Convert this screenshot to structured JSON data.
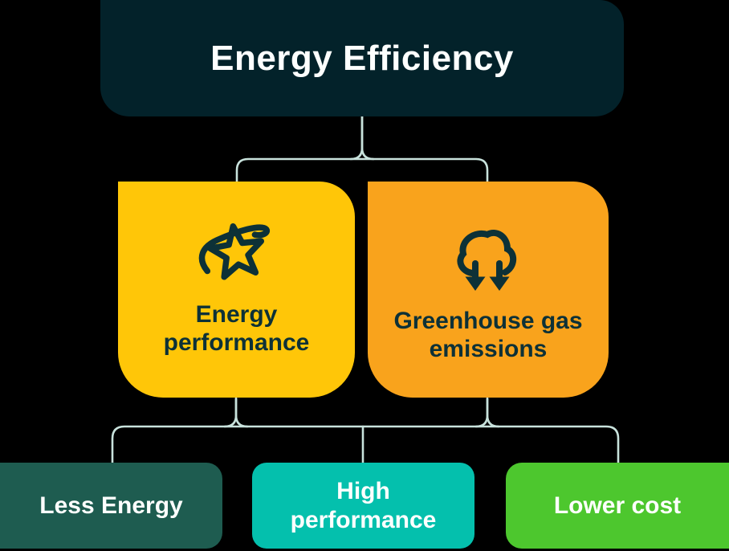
{
  "title": {
    "label": "Energy Efficiency"
  },
  "branches": [
    {
      "label": "Energy performance",
      "icon": "star-swoosh-icon",
      "color": "#FFC608"
    },
    {
      "label": "Greenhouse gas emissions",
      "icon": "cloud-double-down-arrow-icon",
      "color": "#F9A31C"
    }
  ],
  "outcomes": [
    {
      "label": "Less Energy",
      "color": "#1E5C50"
    },
    {
      "label": "High performance",
      "color": "#04C0AD"
    },
    {
      "label": "Lower cost",
      "color": "#4DC72E"
    }
  ],
  "colors": {
    "background": "#000000",
    "root_box": "#03222A",
    "root_text": "#FDFFFE",
    "branch_text_ink": "#0D3137",
    "connector_line": "#C8E2DC",
    "outcome_text": "#FEFFFE"
  }
}
